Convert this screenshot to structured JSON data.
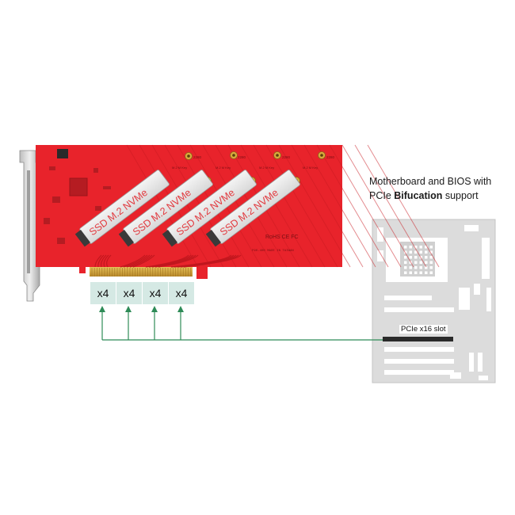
{
  "caption": {
    "line1": "Motherboard and BIOS with",
    "line2_prefix": "PCIe ",
    "line2_bold": "Bifucation",
    "line2_suffix": " support"
  },
  "slots": [
    {
      "label": "SSD M.2 NVMe",
      "key": "M.2 M Key",
      "size": "2280"
    },
    {
      "label": "SSD M.2 NVMe",
      "key": "M.2 M Key",
      "size": "2280"
    },
    {
      "label": "SSD M.2 NVMe",
      "key": "M.2 M Key",
      "size": "2280"
    },
    {
      "label": "SSD M.2 NVMe",
      "key": "M.2 M Key",
      "size": "2280"
    }
  ],
  "lanes": [
    "x4",
    "x4",
    "x4",
    "x4"
  ],
  "motherboard": {
    "slot_label": "PCIe x16 slot"
  },
  "colors": {
    "pcb": "#e8232b",
    "lane_box": "#d5e9e4",
    "connector_line": "#2e8b57",
    "board": "#dcdcdc"
  }
}
